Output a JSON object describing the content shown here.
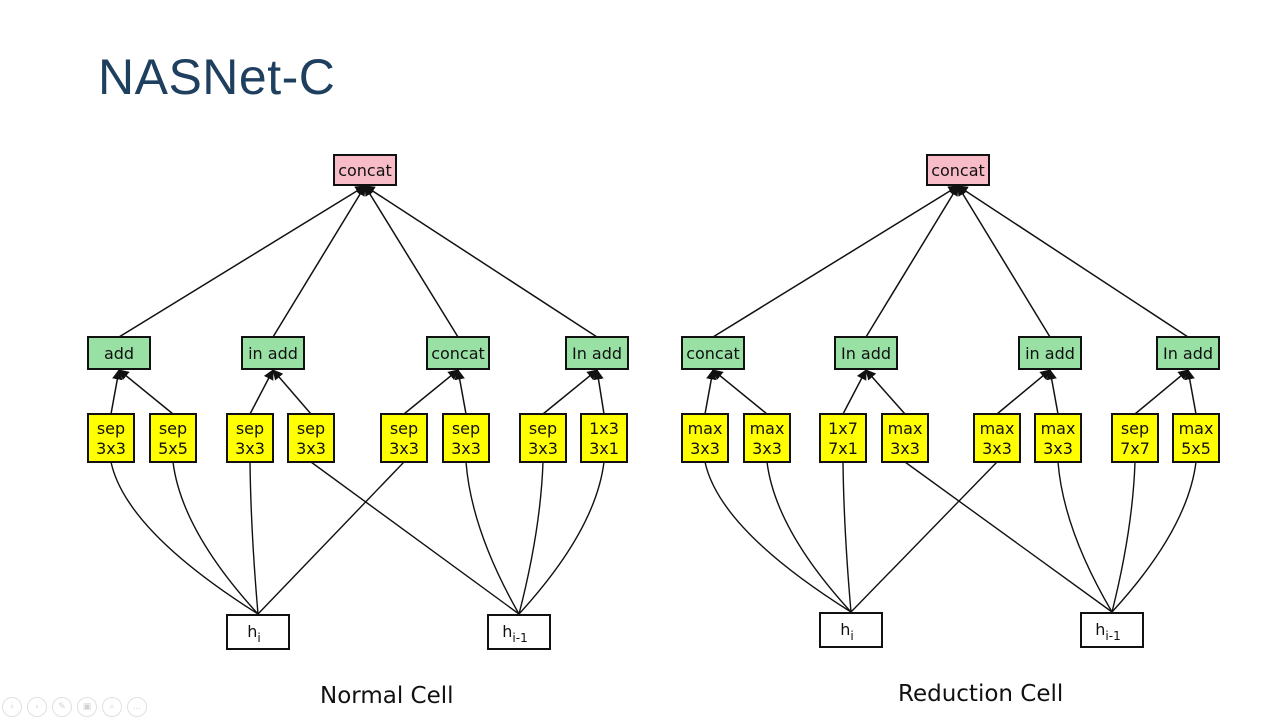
{
  "title": "NASNet-C",
  "colors": {
    "title": "#1f3f5f",
    "concat_top": "#f7bcc7",
    "combine": "#98e0a4",
    "op": "#ffff00",
    "input": "#ffffff",
    "edge": "#111111"
  },
  "cells": [
    {
      "caption": "Normal Cell",
      "output": "concat",
      "inputs": [
        {
          "label": "h",
          "sub": "i"
        },
        {
          "label": "h",
          "sub": "i-1"
        }
      ],
      "combines": [
        "add",
        "in add",
        "concat",
        "In add"
      ],
      "ops": [
        {
          "l1": "sep",
          "l2": "3x3",
          "src": 0
        },
        {
          "l1": "sep",
          "l2": "5x5",
          "src": 0
        },
        {
          "l1": "sep",
          "l2": "3x3",
          "src": 0
        },
        {
          "l1": "sep",
          "l2": "3x3",
          "src": 1
        },
        {
          "l1": "sep",
          "l2": "3x3",
          "src": 0
        },
        {
          "l1": "sep",
          "l2": "3x3",
          "src": 1
        },
        {
          "l1": "sep",
          "l2": "3x3",
          "src": 1
        },
        {
          "l1": "1x3",
          "l2": "3x1",
          "src": 1
        }
      ]
    },
    {
      "caption": "Reduction Cell",
      "output": "concat",
      "inputs": [
        {
          "label": "h",
          "sub": "i"
        },
        {
          "label": "h",
          "sub": "i-1"
        }
      ],
      "combines": [
        "concat",
        "In add",
        "in add",
        "In add"
      ],
      "ops": [
        {
          "l1": "max",
          "l2": "3x3",
          "src": 0
        },
        {
          "l1": "max",
          "l2": "3x3",
          "src": 0
        },
        {
          "l1": "1x7",
          "l2": "7x1",
          "src": 0
        },
        {
          "l1": "max",
          "l2": "3x3",
          "src": 1
        },
        {
          "l1": "max",
          "l2": "3x3",
          "src": 0
        },
        {
          "l1": "max",
          "l2": "3x3",
          "src": 1
        },
        {
          "l1": "sep",
          "l2": "7x7",
          "src": 1
        },
        {
          "l1": "max",
          "l2": "5x5",
          "src": 1
        }
      ]
    }
  ],
  "toolbar": [
    "prev-icon",
    "next-icon",
    "pen-icon",
    "slides-icon",
    "zoom-icon",
    "more-icon"
  ]
}
